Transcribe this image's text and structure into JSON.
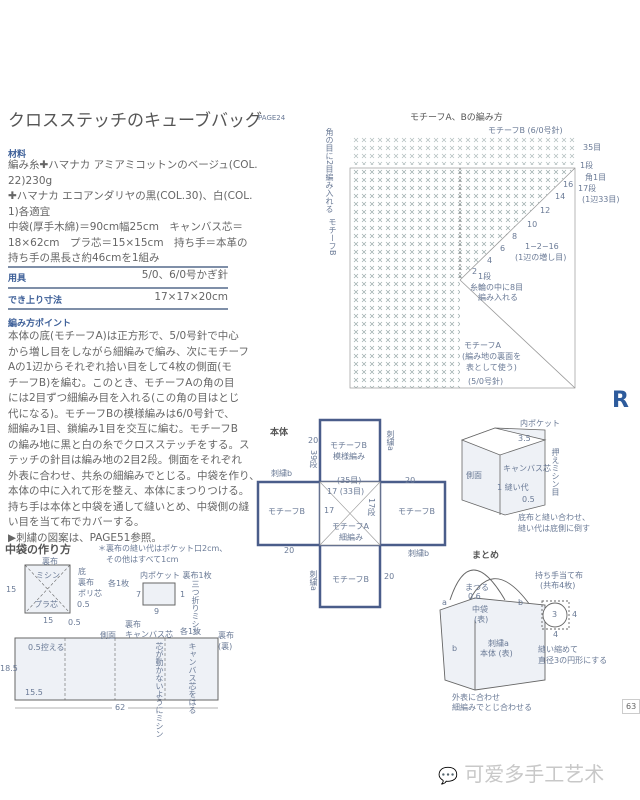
{
  "title": "クロスステッチのキューブバッグ",
  "page_ref": "PAGE24",
  "materials": {
    "heading": "材料",
    "lines": [
      "編み糸✚ハマナカ アミアミコットンのベージュ(COL.",
      "22)230g",
      "✚ハマナカ エコアンダリヤの黒(COL.30)、白(COL.",
      "1)各適宜",
      "中袋(厚手木綿)＝90cm幅25cm　キャンバス芯＝",
      "18×62cm　プラ芯＝15×15cm　持ち手＝本革の",
      "持ち手の黒長さ約46cmを1組み"
    ]
  },
  "tools": {
    "label": "用具",
    "value": "5/0、6/0号かぎ針"
  },
  "size": {
    "label": "でき上り寸法",
    "value": "17×17×20cm"
  },
  "points": {
    "heading": "編み方ポイント",
    "lines": [
      "本体の底(モチーフA)は正方形で、5/0号針で中心",
      "から増し目をしながら細編みで編み、次にモチーフ",
      "Aの1辺からそれぞれ拾い目をして4枚の側面(モ",
      "チーフB)を編む。このとき、モチーフAの角の目",
      "には2目ずつ細編み目を入れる(この角の目はとじ",
      "代になる)。モチーフBの模様編みは6/0号針で、",
      "細編み1目、鎖編み1目を交互に編む。モチーフB",
      "の編み地に黒と白の糸でクロスステッチをする。ス",
      "テッチの針目は編み地の2目2段。側面をそれぞれ",
      "外表に合わせ、共糸の細編みでとじる。中袋を作り、",
      "本体の中に入れて形を整え、本体にまつりつける。",
      "持ち手は本体と中袋を通して縫いとめ、中袋側の縫",
      "い目を当て布でカバーする。"
    ],
    "note": "▶刺繍の図案は、PAGE51参照。"
  },
  "inner_bag": {
    "heading": "中袋の作り方",
    "note1": "＊裏布の縫い代はポケット口2cm、",
    "note2": "その他はすべて1cm",
    "ura": "裏布",
    "machine": "ミシン",
    "bottom": "底",
    "ura2": "裏布",
    "poly": "ポリ芯",
    "each1": "各1枚",
    "plastic": "プラ芯",
    "d15a": "15",
    "d15b": "15",
    "d05a": "0.5",
    "d05b": "0.5",
    "pocket": "内ポケット 裏布1枚",
    "p7": "7",
    "p9": "9",
    "p1": "1",
    "fold": "三つ折りミシン",
    "ura3": "裏布",
    "canvas": "キャンバス芯",
    "each2": "各1枚",
    "side": "側面",
    "ura_back": "裏布(裏)",
    "d05c": "0.5控える",
    "no_move": "芯が動かないようにミシン",
    "paste": "キャンバス芯をはる",
    "d185": "18.5",
    "d155": "15.5",
    "d62": "62"
  },
  "chart": {
    "title": "モチーフA、Bの編み方",
    "motif_b": "モチーフB (6/0号針)",
    "s35": "35目",
    "r1": "1段",
    "corner": "角1目",
    "r17": "17段",
    "side33": "(1辺33目)",
    "corner2": "角の目に2目編み入れる",
    "motif_b2": "モチーフB",
    "inc": "1−2−16",
    "inc2": "(1辺の増し目)",
    "r1b": "1段",
    "ring": "糸輪の中に8目",
    "ring2": "編み入れる",
    "motif_a": "モチーフA",
    "motif_a2": "(編み地の裏面を",
    "motif_a3": "表として使う)",
    "hook": "(5/0号針)",
    "rows": [
      "16",
      "14",
      "12",
      "10",
      "8",
      "6",
      "4",
      "2"
    ]
  },
  "body": {
    "heading": "本体",
    "mb_top": "モチーフB",
    "pattern": "模様編み",
    "embroidery_a": "刺繍a",
    "d20a": "20",
    "r39": "39段",
    "embroidery_b": "刺繍b",
    "s35": "(35目)",
    "s17": "17 (33目)",
    "d20b": "20",
    "mb_left": "モチーフB",
    "d17": "17",
    "r17": "17段",
    "mb_right": "モチーフB",
    "ma": "モチーフA",
    "sc": "細編み",
    "d20c": "20",
    "embroidery_b2": "刺繍b",
    "embroidery_a2": "刺繍a",
    "mb_bottom": "モチーフB",
    "d20d": "20"
  },
  "box": {
    "pocket": "内ポケット",
    "d35": "3.5",
    "side": "側面",
    "canvas": "キャンバス芯",
    "press": "押えミシン目",
    "seam": "1 縫い代",
    "d05": "0.5",
    "note1": "底布と縫い合わせ、",
    "note2": "縫い代は底側に倒す"
  },
  "finish": {
    "heading": "まとめ",
    "patch": "持ち手当て布",
    "patch2": "(共布4枚)",
    "sew": "まつる",
    "d06": "0.6",
    "a": "a",
    "b": "b",
    "inner": "中袋",
    "inner2": "(表)",
    "emb": "刺繍a",
    "body": "本体 (表)",
    "b2": "b",
    "d3": "3",
    "d4a": "4",
    "d4b": "4",
    "gather": "縫い縮めて",
    "gather2": "直径3の円形にする",
    "join1": "外表に合わせ",
    "join2": "細編みでとじ合わせる"
  },
  "section_letter": "R",
  "page_number": "63",
  "watermark": "可爱多手工艺术",
  "colors": {
    "accent": "#2d5b9c",
    "line": "#4a5d8a"
  }
}
